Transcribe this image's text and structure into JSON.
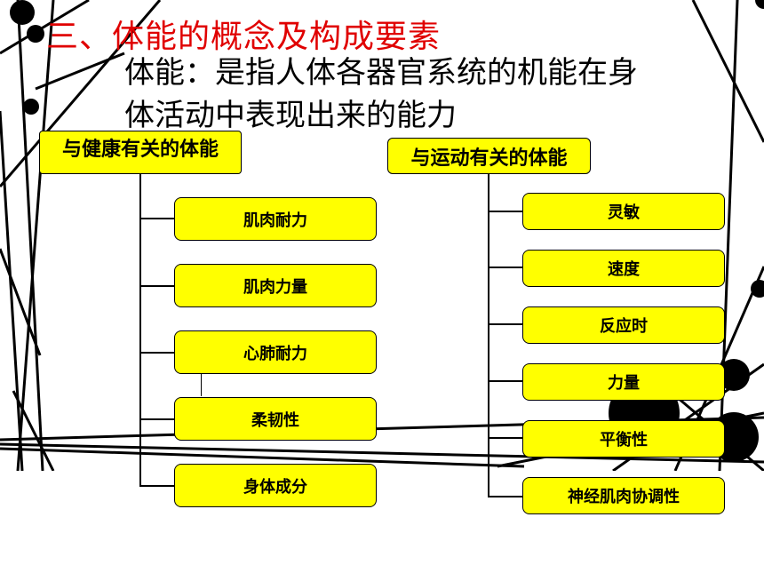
{
  "slide": {
    "title": "三、体能的概念及构成要素",
    "definition_line1": "体能：是指人体各器官系统的机能在身",
    "definition_line2": "体活动中表现出来的能力"
  },
  "health_fitness": {
    "header": "与健康有关的体能",
    "items": [
      "肌肉耐力",
      "肌肉力量",
      "心肺耐力",
      "柔韧性",
      "身体成分"
    ]
  },
  "sport_fitness": {
    "header": "与运动有关的体能",
    "items": [
      "灵敏",
      "速度",
      "反应时",
      "力量",
      "平衡性",
      "神经肌肉协调性"
    ]
  },
  "colors": {
    "title": "#e00000",
    "box_fill": "#ffff00"
  }
}
